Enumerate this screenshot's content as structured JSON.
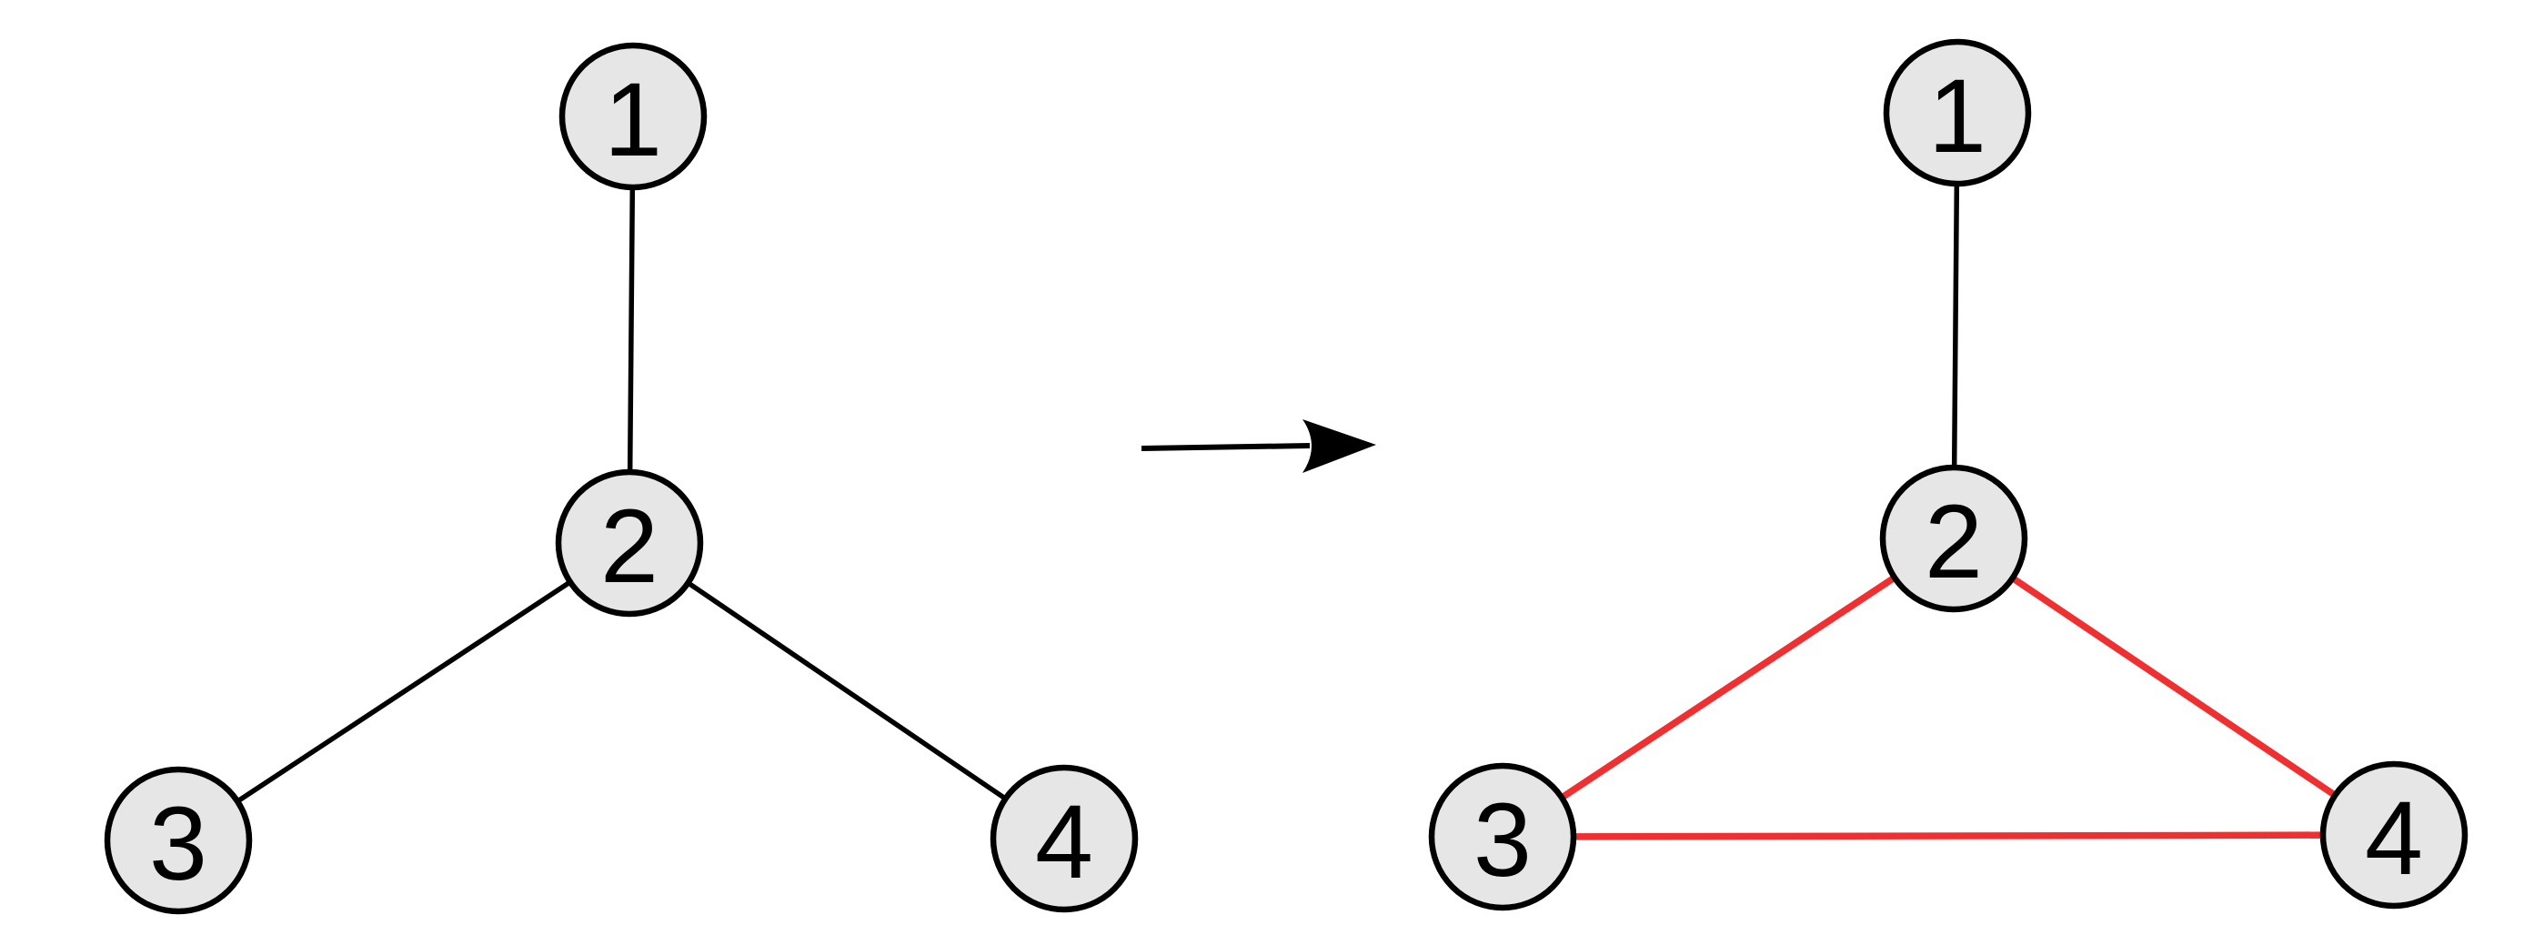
{
  "colors": {
    "original_edge": "#000000",
    "added_edge": "#f03030",
    "node_fill": "#e6e6e6",
    "node_stroke": "#000000"
  },
  "graphs": [
    {
      "name": "before",
      "nodes": [
        {
          "id": "1",
          "label": "1"
        },
        {
          "id": "2",
          "label": "2"
        },
        {
          "id": "3",
          "label": "3"
        },
        {
          "id": "4",
          "label": "4"
        }
      ],
      "edges": [
        {
          "from": "1",
          "to": "2",
          "kind": "original"
        },
        {
          "from": "2",
          "to": "3",
          "kind": "original"
        },
        {
          "from": "2",
          "to": "4",
          "kind": "original"
        }
      ]
    },
    {
      "name": "after",
      "nodes": [
        {
          "id": "1",
          "label": "1"
        },
        {
          "id": "2",
          "label": "2"
        },
        {
          "id": "3",
          "label": "3"
        },
        {
          "id": "4",
          "label": "4"
        }
      ],
      "edges": [
        {
          "from": "1",
          "to": "2",
          "kind": "original"
        },
        {
          "from": "2",
          "to": "3",
          "kind": "added"
        },
        {
          "from": "2",
          "to": "4",
          "kind": "added"
        },
        {
          "from": "3",
          "to": "4",
          "kind": "added"
        }
      ]
    }
  ],
  "arrow": {
    "direction": "right"
  }
}
